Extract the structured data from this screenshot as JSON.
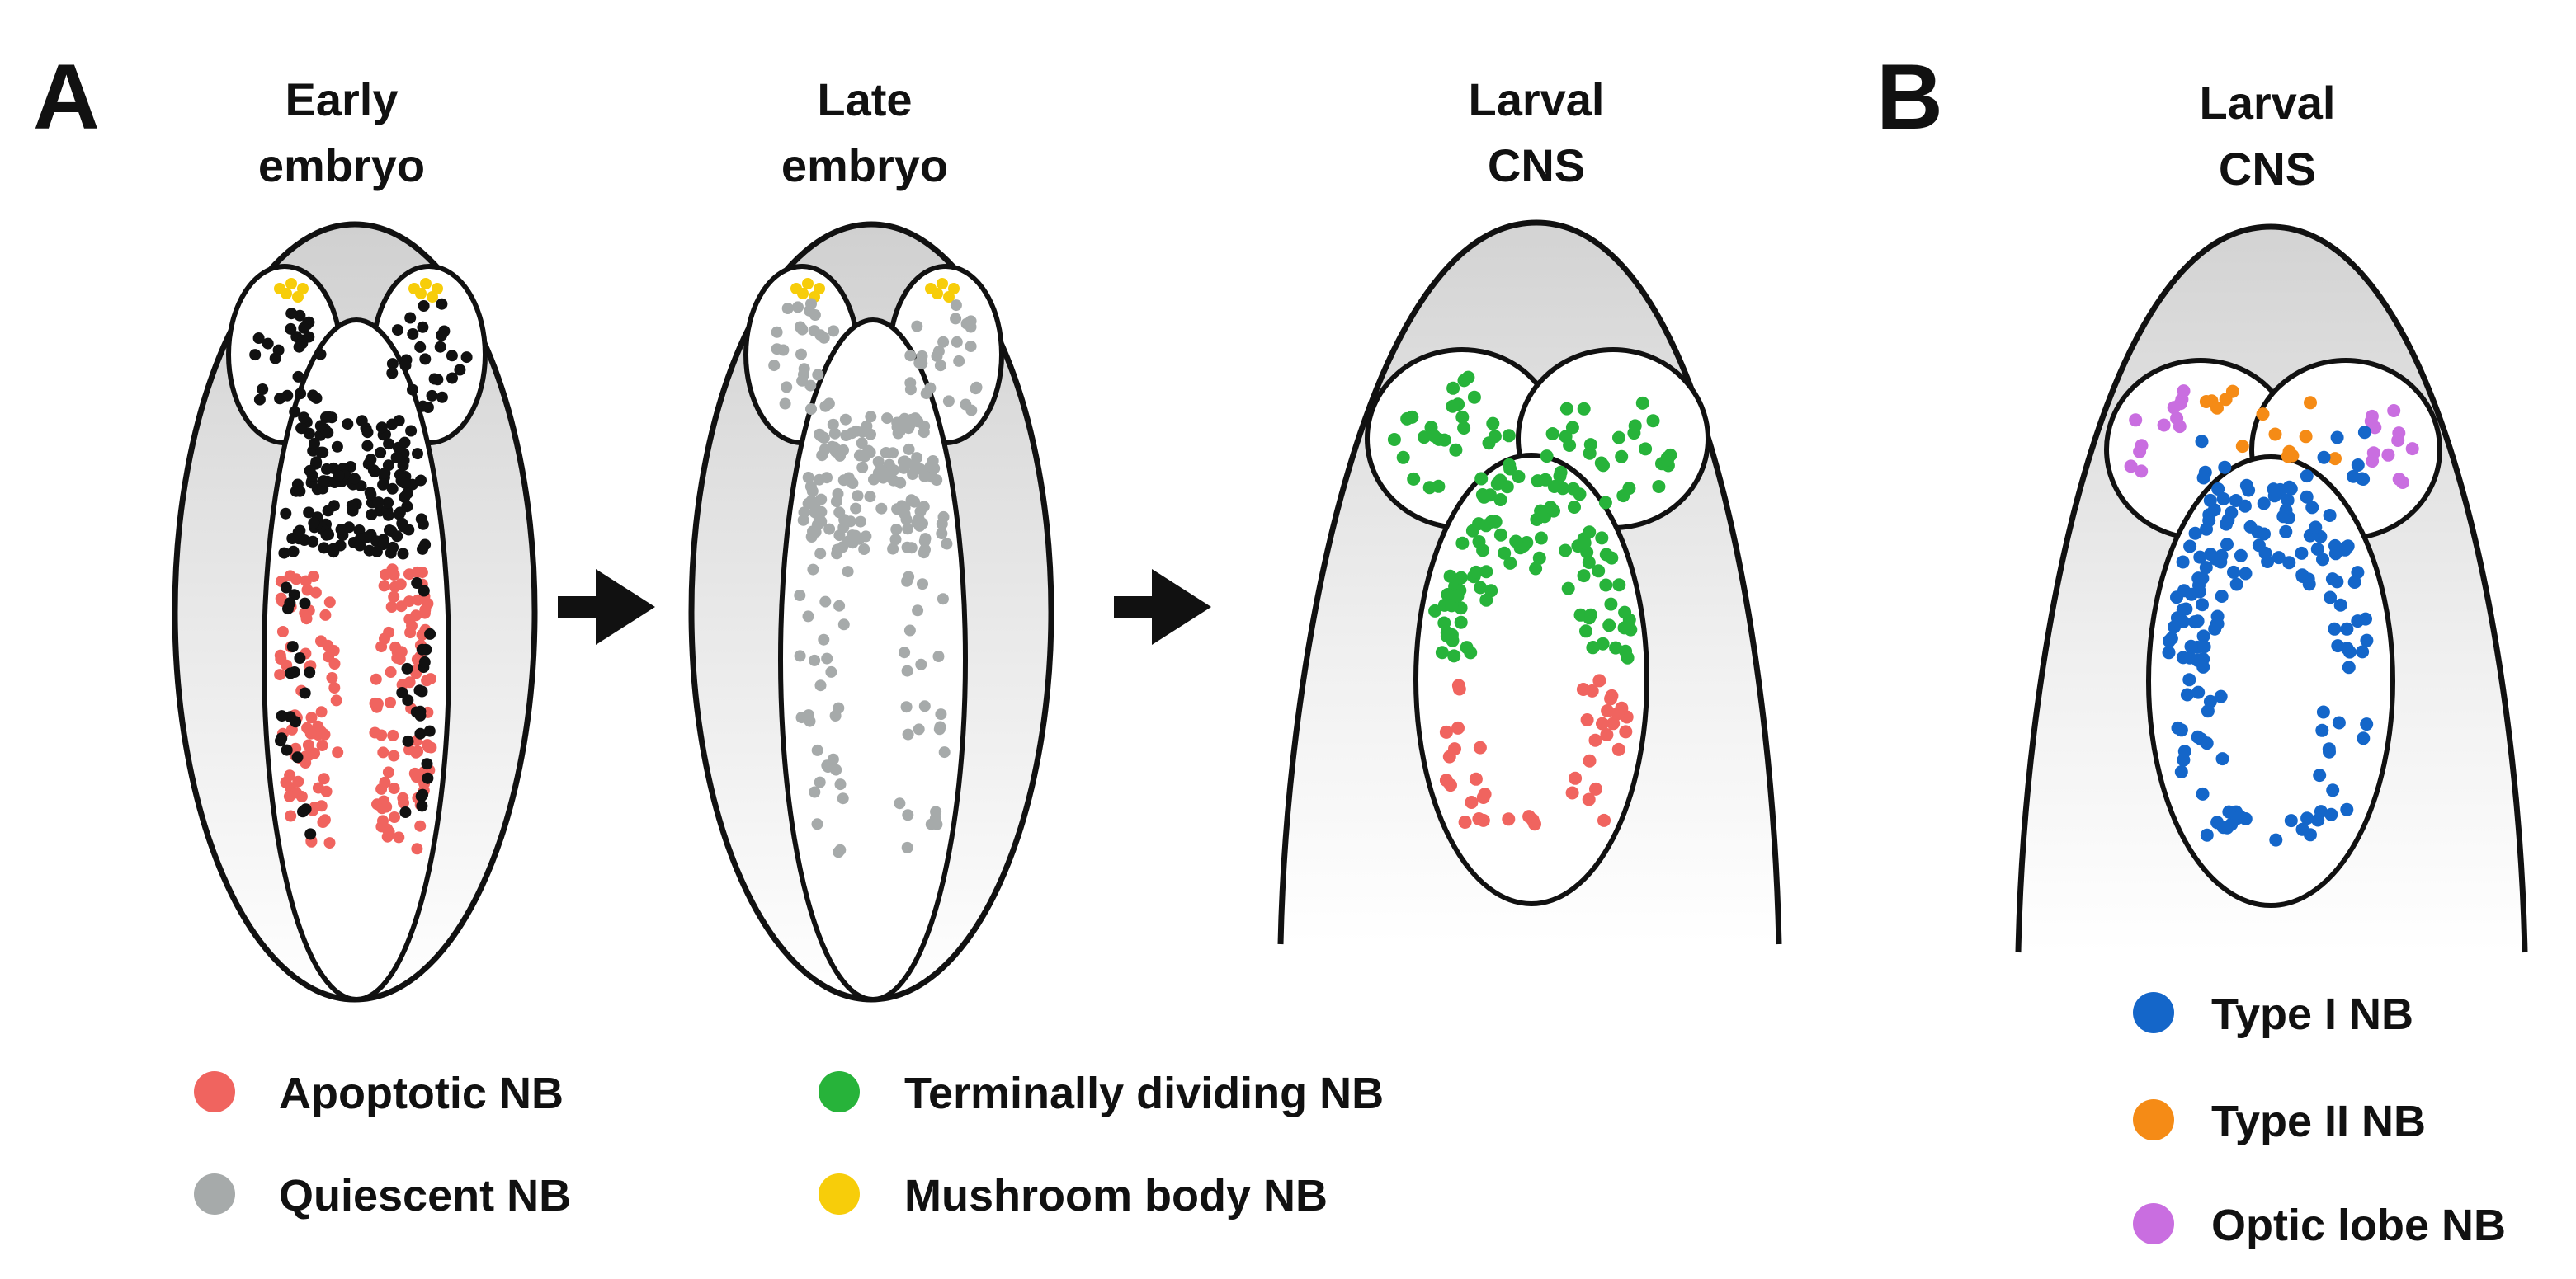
{
  "panels": {
    "A": {
      "letter": "A",
      "stages": [
        {
          "line1": "Early",
          "line2": "embryo"
        },
        {
          "line1": "Late",
          "line2": "embryo"
        },
        {
          "line1": "Larval",
          "line2": "CNS"
        }
      ]
    },
    "B": {
      "letter": "B",
      "stage": {
        "line1": "Larval",
        "line2": "CNS"
      }
    }
  },
  "legend_a": [
    {
      "label": "Apoptotic NB",
      "color": "#f0645f"
    },
    {
      "label": "Quiescent NB",
      "color": "#a6aaaa"
    },
    {
      "label": "Terminally dividing NB",
      "color": "#27b33a"
    },
    {
      "label": "Mushroom body NB",
      "color": "#f7cd0a"
    }
  ],
  "legend_b": [
    {
      "label": "Type I NB",
      "color": "#1466c9"
    },
    {
      "label": "Type II NB",
      "color": "#f58b16"
    },
    {
      "label": "Optic lobe NB",
      "color": "#c96ee0"
    }
  ],
  "colors": {
    "neuroblast_black": "#111111",
    "outline": "#111111",
    "tissue_gradient_top": "#d2d2d2",
    "tissue_gradient_bottom": "#ffffff"
  }
}
